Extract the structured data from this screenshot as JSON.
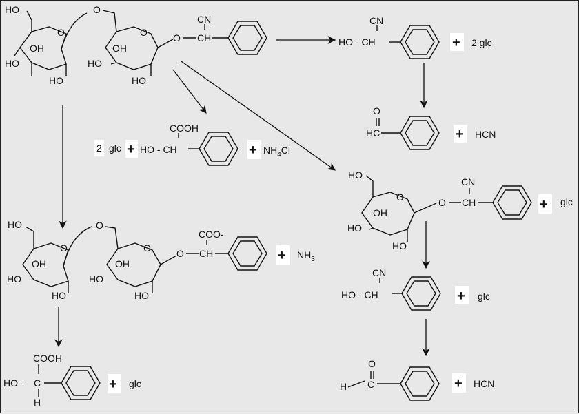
{
  "atoms": {
    "HO": "HO",
    "OH": "OH",
    "O": "O",
    "CN": "CN",
    "CH": "CH",
    "HOCH": "HO - CH",
    "COOH": "COOH",
    "COOminus": "COO-",
    "HC": "HC",
    "H": "H",
    "HO_dash": "HO -",
    "C": "C"
  },
  "terms": {
    "plus": "+",
    "two_glc": "2 glc",
    "two": "2",
    "glc": "glc",
    "HCN": "HCN",
    "NH4Cl_a": "NH",
    "NH4Cl_sub": "4",
    "NH4Cl_b": "Cl",
    "NH3_a": "NH",
    "NH3_sub": "3"
  },
  "colors": {
    "background": "#e8e8e8",
    "ink": "#111111",
    "label_box": "#ffffff"
  }
}
